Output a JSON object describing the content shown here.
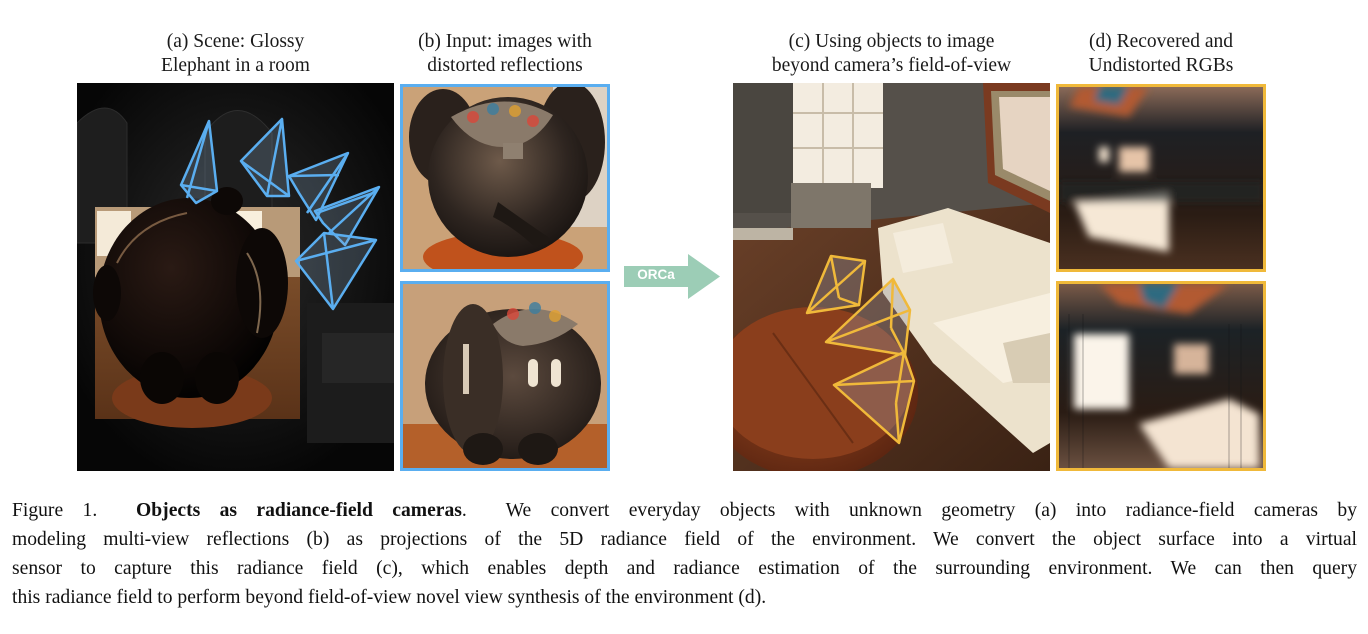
{
  "figure": {
    "panels": [
      {
        "id": "a",
        "title_line1": "(a) Scene: Glossy",
        "title_line2": "Elephant in a room"
      },
      {
        "id": "b",
        "title_line1": "(b) Input: images with",
        "title_line2": "distorted reflections"
      },
      {
        "id": "c",
        "title_line1": "(c) Using objects to image",
        "title_line2": "beyond camera’s field-of-view"
      },
      {
        "id": "d",
        "title_line1": "(d) Recovered and",
        "title_line2": "Undistorted RGBs"
      }
    ],
    "arrow_label": "ORCa",
    "colors": {
      "camera_blue": "#5aaef0",
      "camera_yellow": "#f0b93a",
      "arrow_green": "#9ccdb6",
      "frame_blue": "#5aaef0",
      "frame_yellow": "#f0b93a"
    }
  },
  "caption": {
    "label": "Figure 1.",
    "bold_title": "Objects as radiance-field cameras",
    "lines": [
      "We convert everyday objects with unknown geometry (a) into radiance-field cameras by",
      "modeling multi-view reflections (b) as projections of the 5D radiance field of the environment. We convert the object surface into a virtual",
      "sensor to capture this radiance field (c), which enables depth and radiance estimation of the surrounding environment. We can then query",
      "this radiance field to perform beyond field-of-view novel view synthesis of the environment (d)."
    ]
  }
}
